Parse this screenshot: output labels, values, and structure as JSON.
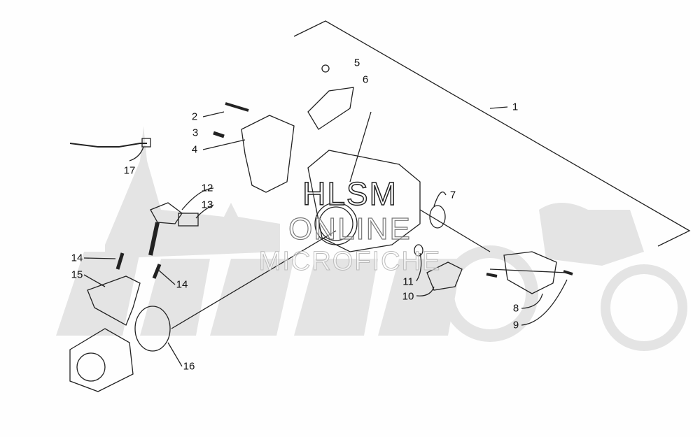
{
  "diagram": {
    "callouts": [
      "1",
      "2",
      "3",
      "4",
      "5",
      "6",
      "7",
      "8",
      "9",
      "10",
      "11",
      "12",
      "13",
      "14",
      "14",
      "15",
      "16",
      "17"
    ],
    "watermark": {
      "line1": "HLSM",
      "line2": "ONLINE",
      "line3": "MICROFICHE"
    },
    "colors": {
      "line": "#222222",
      "background_logo": "#e2e2e2"
    }
  }
}
